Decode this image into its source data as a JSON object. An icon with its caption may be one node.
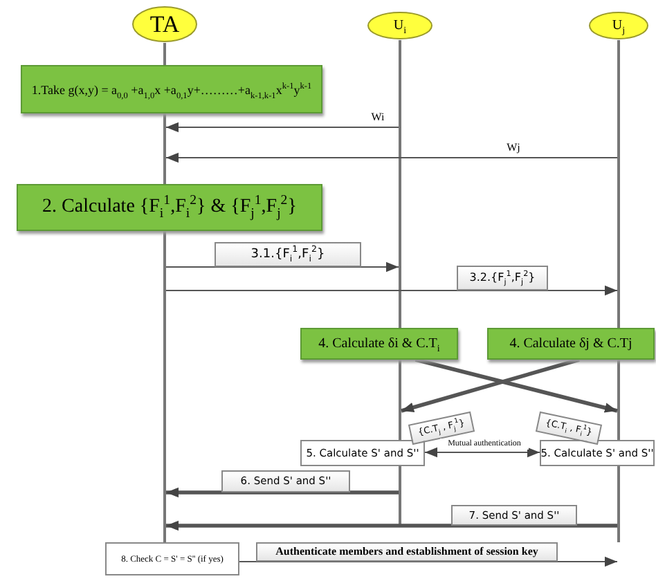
{
  "diagram": {
    "nodes": [
      {
        "text": [
          "TA"
        ]
      },
      {
        "text": [
          "U$_{i}$"
        ]
      },
      {
        "text": [
          "U$_{j}$"
        ]
      },
      {
        "text": [],
        "shape": "bar"
      },
      {
        "text": [],
        "shape": "bar"
      },
      {
        "text": [],
        "shape": "bar"
      },
      {
        "text": [
          "1.Take g(x,y) = a$_{0,0}$ +a$_{1,0}$x +a$_{0,1}$y+………+a$_{k-1,k-1}$x$^{k-1}$y$^{k-1}$"
        ]
      },
      {
        "text": [
          "2. Calculate {F$_{i}$$^{1}$,F$_{i}$$^{2}$} & {F$_{j}$$^{1}$,F$_{j}$$^{2}$}"
        ]
      },
      {
        "text": [
          "4. Calculate δi & C.T$_{i}$"
        ]
      },
      {
        "text": [
          "4. Calculate δj & C.Tj"
        ]
      },
      {
        "text": [
          "5. Calculate S' and S''"
        ]
      },
      {
        "text": [
          "5. Calculate S' and S''"
        ]
      },
      {
        "text": [
          "8. Check C = S' = S'' (if yes)"
        ]
      }
    ],
    "edges": [
      {
        "from": 4,
        "to": 3,
        "arrow": "to",
        "label": "Wi"
      },
      {
        "from": 5,
        "to": 3,
        "arrow": "to",
        "label": "Wj"
      },
      {
        "from": 3,
        "to": 4,
        "arrow": "to",
        "label": "3.1.{F$_{i}$$^{1}$,F$_{i}$$^{2}$}"
      },
      {
        "from": 3,
        "to": 5,
        "arrow": "to",
        "label": "3.2.{F$_{j}$$^{1}$,F$_{j}$$^{2}$}"
      },
      {
        "from": 8,
        "to": 5,
        "arrow": "to",
        "label": "{C.T$_{i}$ , F$_{i}$$^{1}$}",
        "style": "thick"
      },
      {
        "from": 9,
        "to": 4,
        "arrow": "to",
        "label": "{C.T$_{j}$ , F$_{j}$$^{1}$}",
        "style": "thick"
      },
      {
        "from": 10,
        "to": 11,
        "arrow": "both",
        "label": "Mutual authentication"
      },
      {
        "from": 4,
        "to": 3,
        "arrow": "to",
        "label": "6. Send S' and S''",
        "style": "thick"
      },
      {
        "from": 5,
        "to": 3,
        "arrow": "to",
        "label": "7. Send S' and S''",
        "style": "thick"
      },
      {
        "from": 12,
        "to": 5,
        "arrow": "to",
        "label": "Authenticate members and establishment of session key"
      }
    ]
  }
}
